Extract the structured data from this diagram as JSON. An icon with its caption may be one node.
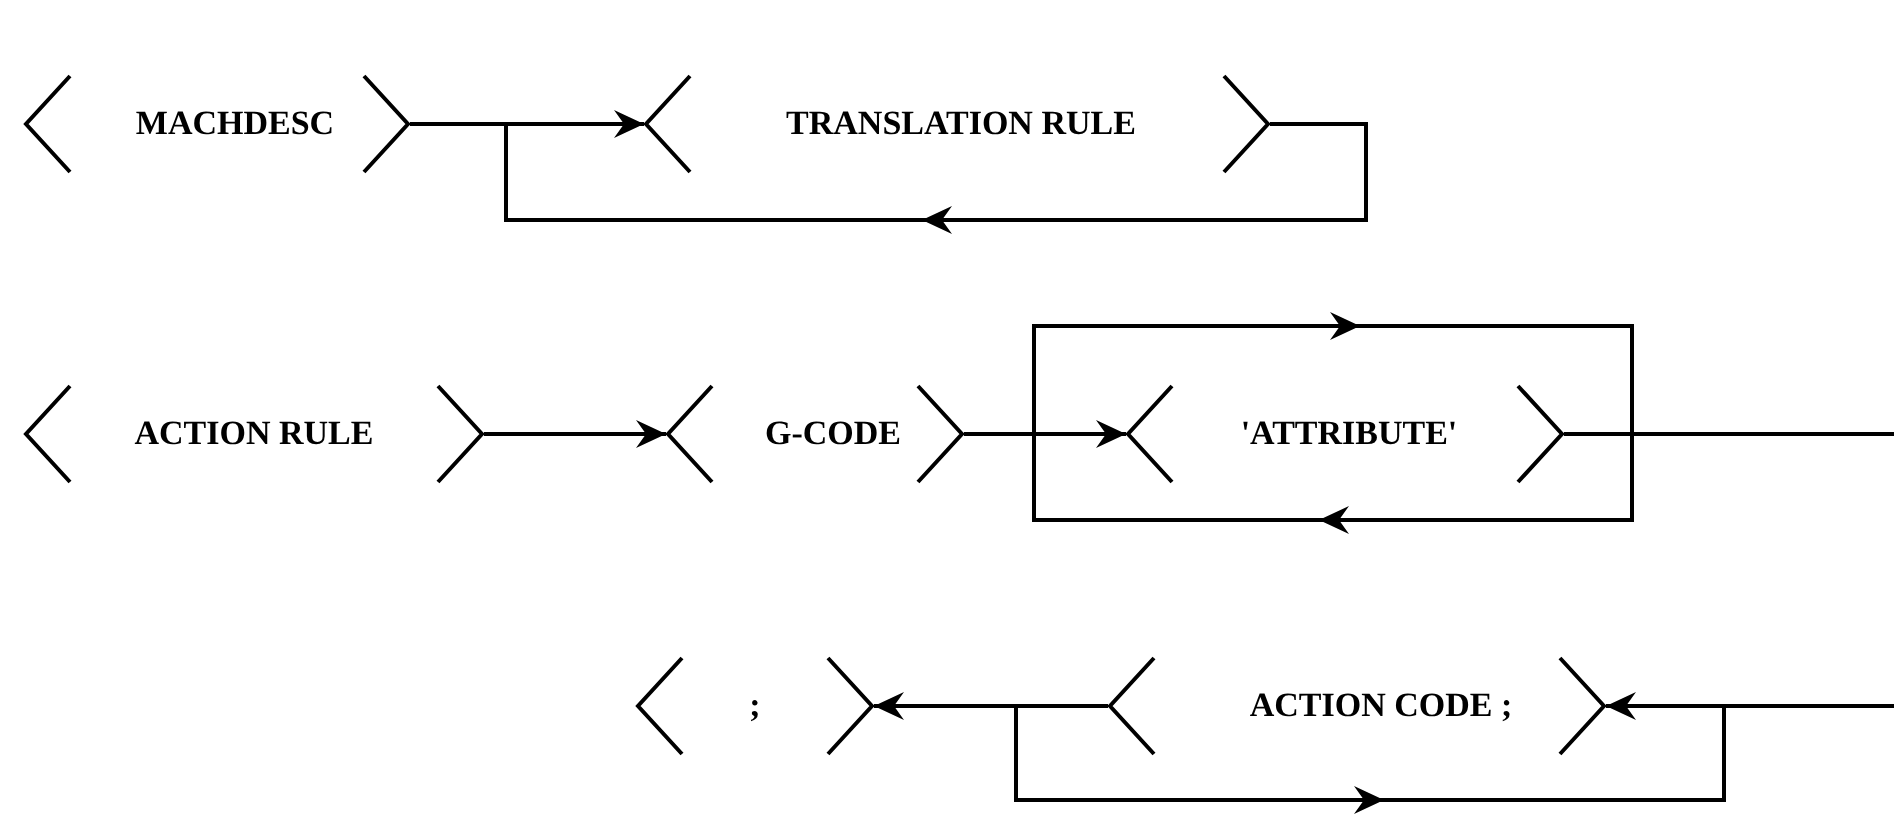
{
  "diagram": {
    "nodes": [
      {
        "text": [
          "MACHDESC"
        ]
      },
      {
        "text": [
          "TRANSLATION RULE"
        ]
      },
      {
        "text": [
          "ACTION RULE"
        ]
      },
      {
        "text": [
          "G-CODE"
        ]
      },
      {
        "text": [
          "'ATTRIBUTE'"
        ]
      },
      {
        "text": [
          ";"
        ]
      },
      {
        "text": [
          "ACTION CODE ;"
        ]
      }
    ],
    "edges": [
      {
        "from": 0,
        "to": 1,
        "arrow": "to"
      },
      {
        "from": 1,
        "to": 1,
        "arrow": "to"
      },
      {
        "from": 2,
        "to": 3,
        "arrow": "to"
      },
      {
        "from": 3,
        "to": 4,
        "arrow": "to"
      },
      {
        "from": 3,
        "to": null,
        "arrow": "to"
      },
      {
        "from": 4,
        "to": 4,
        "arrow": "to"
      },
      {
        "from": 4,
        "to": null,
        "arrow": "none"
      },
      {
        "from": null,
        "to": 6,
        "arrow": "to"
      },
      {
        "from": 6,
        "to": 5,
        "arrow": "to"
      },
      {
        "from": 6,
        "to": 6,
        "arrow": "to"
      }
    ]
  }
}
